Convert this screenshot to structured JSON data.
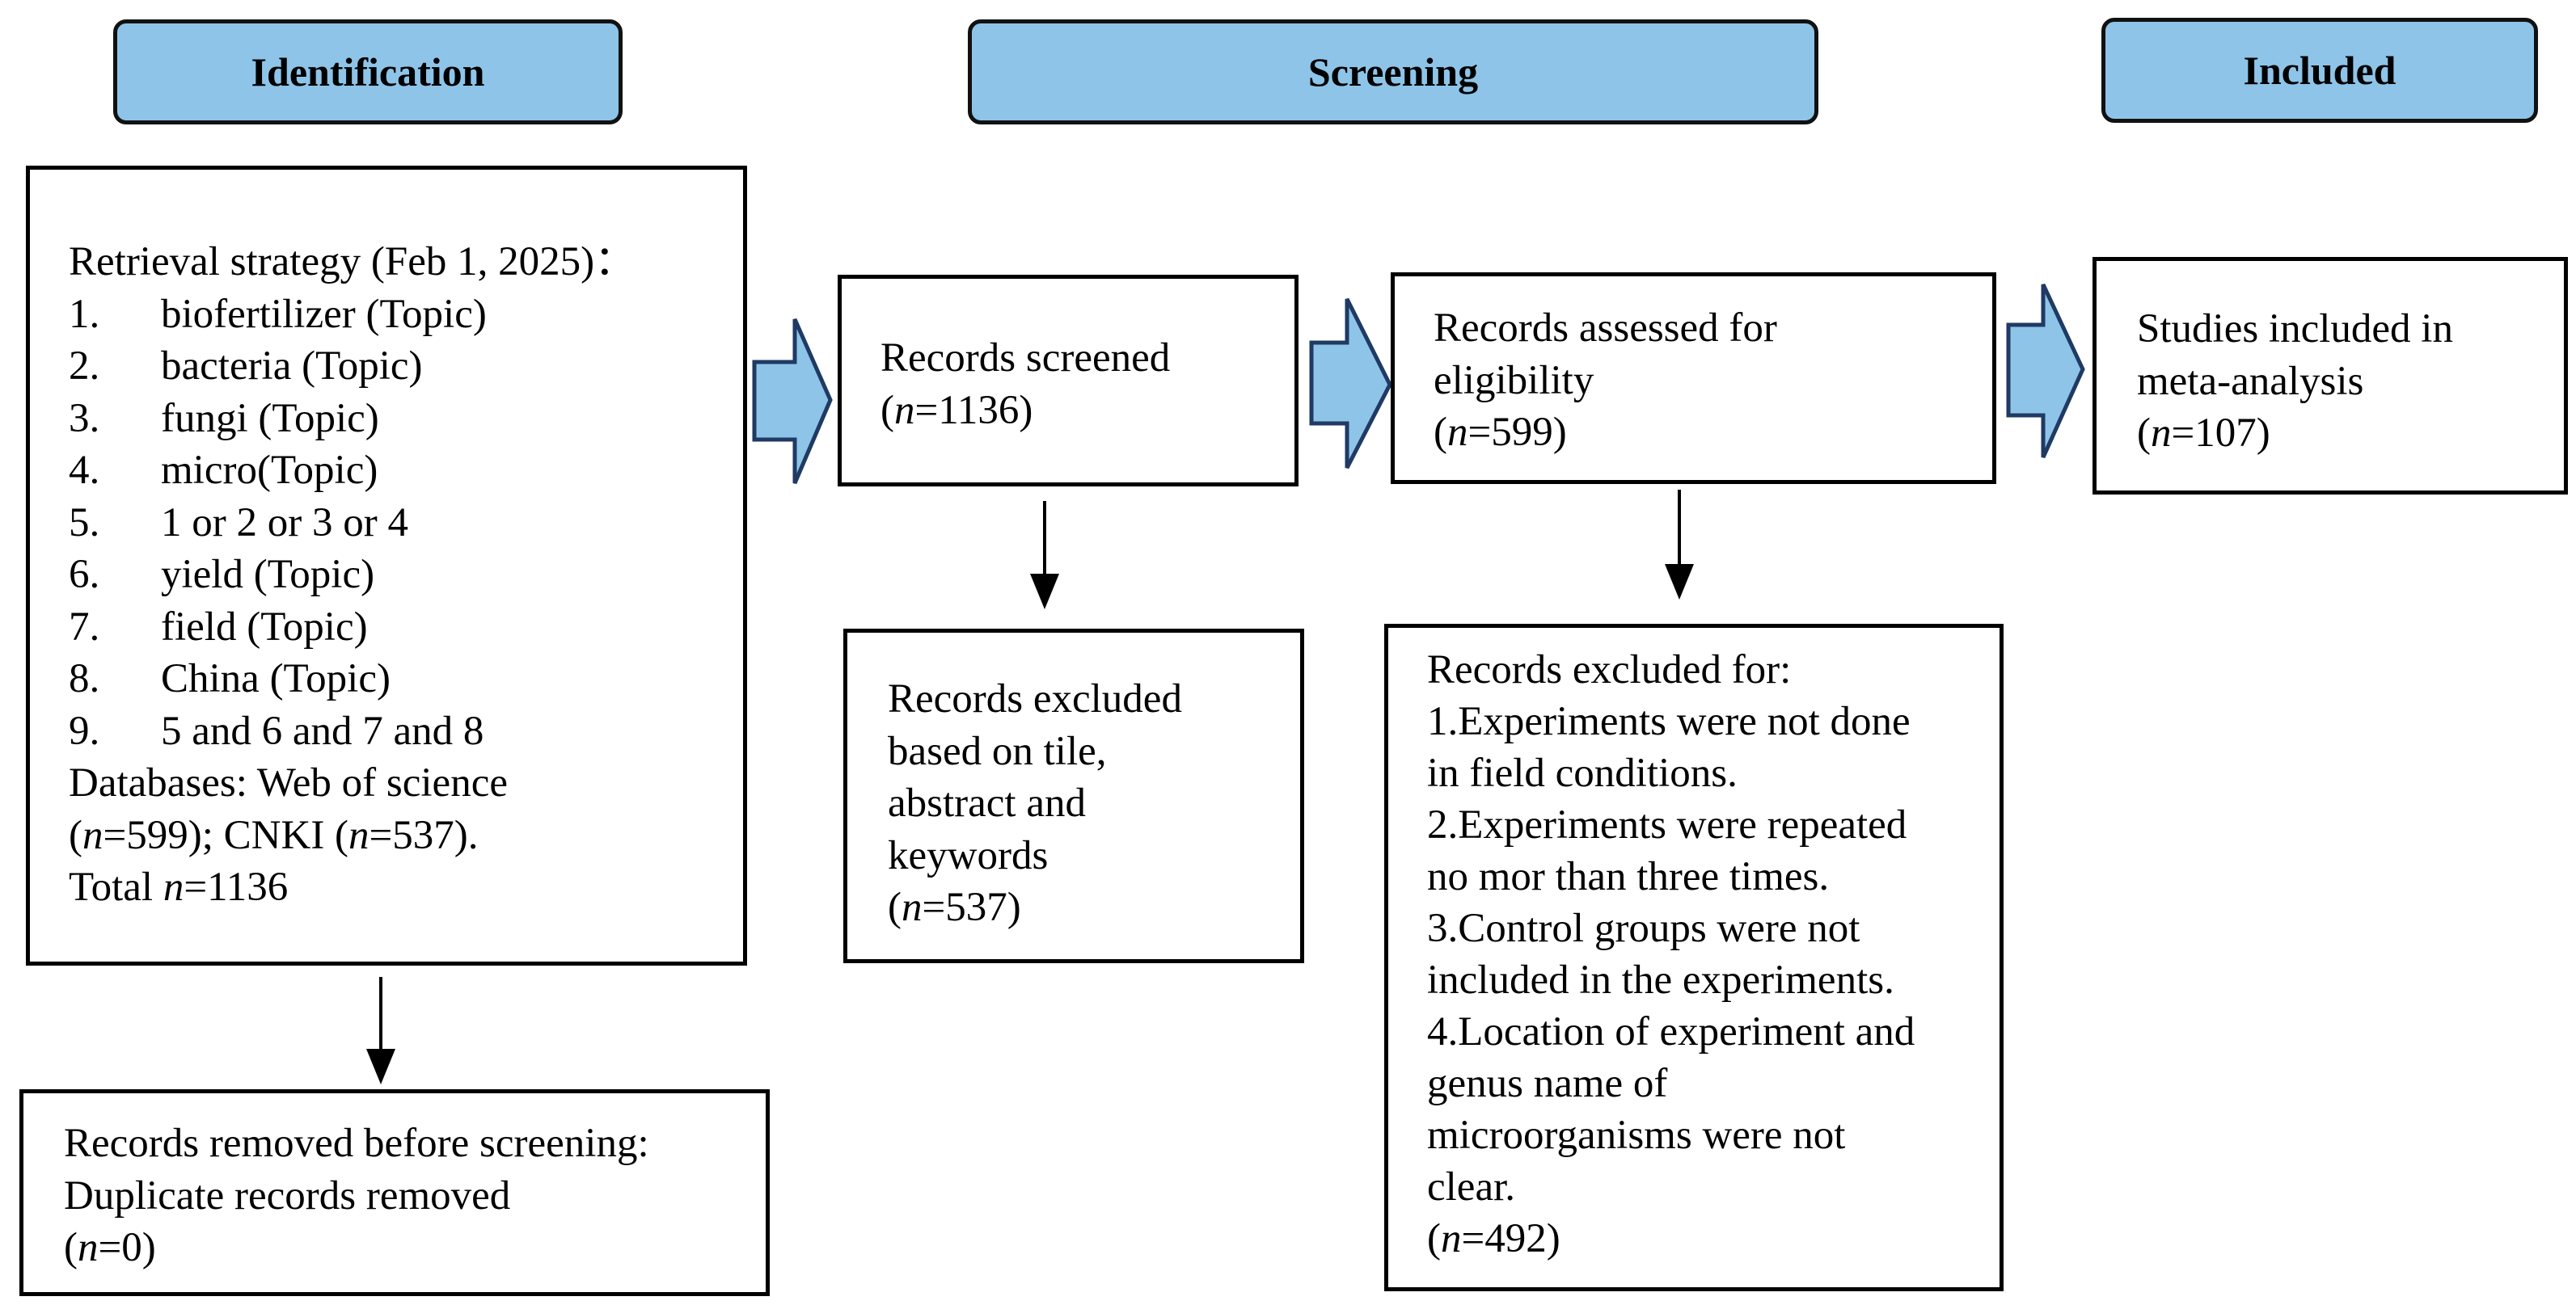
{
  "phases": {
    "identification": "Identification",
    "screening": "Screening",
    "included": "Included"
  },
  "identification_box": {
    "title": "Retrieval strategy (Feb 1, 2025)：",
    "items": [
      {
        "num": "1.",
        "text": "biofertilizer (Topic)"
      },
      {
        "num": "2.",
        "text": "bacteria (Topic)"
      },
      {
        "num": "3.",
        "text": "fungi (Topic)"
      },
      {
        "num": "4.",
        "text": "micro(Topic)"
      },
      {
        "num": "5.",
        "text": "1 or 2 or 3 or 4"
      },
      {
        "num": "6.",
        "text": "yield (Topic)"
      },
      {
        "num": "7.",
        "text": "field (Topic)"
      },
      {
        "num": "8.",
        "text": "China (Topic)"
      },
      {
        "num": "9.",
        "text": "5 and 6 and 7 and 8"
      }
    ],
    "databases_line": "Databases: Web of science",
    "wos_n": "=599); CNKI (",
    "cnki_n": "=537).",
    "total_prefix": "Total ",
    "total_n": "=1136"
  },
  "removed_box": {
    "line1": "Records removed before screening:",
    "line2": "Duplicate records removed",
    "n": "=0)"
  },
  "screened_box": {
    "line1": "Records screened",
    "n": "=1136)"
  },
  "excluded_box": {
    "line1": "Records excluded",
    "line2": "based on tile,",
    "line3": "abstract and",
    "line4": "keywords",
    "n": "=537)"
  },
  "eligibility_box": {
    "line1": "Records assessed for",
    "line2": "eligibility",
    "n": "=599)"
  },
  "excluded_for_box": {
    "lines": [
      "Records excluded for:",
      "1.Experiments were not done",
      "in field conditions.",
      "2.Experiments were repeated",
      "no mor than three times.",
      "3.Control groups were not",
      "included in the experiments.",
      "4.Location of experiment and",
      "genus name of",
      "microorganisms were not",
      "clear."
    ],
    "n": "=492)"
  },
  "included_box": {
    "line1": "Studies included in",
    "line2": "meta-analysis",
    "n": "=107)"
  },
  "n_symbol": "n",
  "open_paren": "(",
  "colors": {
    "phase_fill": "#8ec4e8",
    "arrow_fill": "#8ec4e8",
    "arrow_stroke": "#1f3a63"
  }
}
